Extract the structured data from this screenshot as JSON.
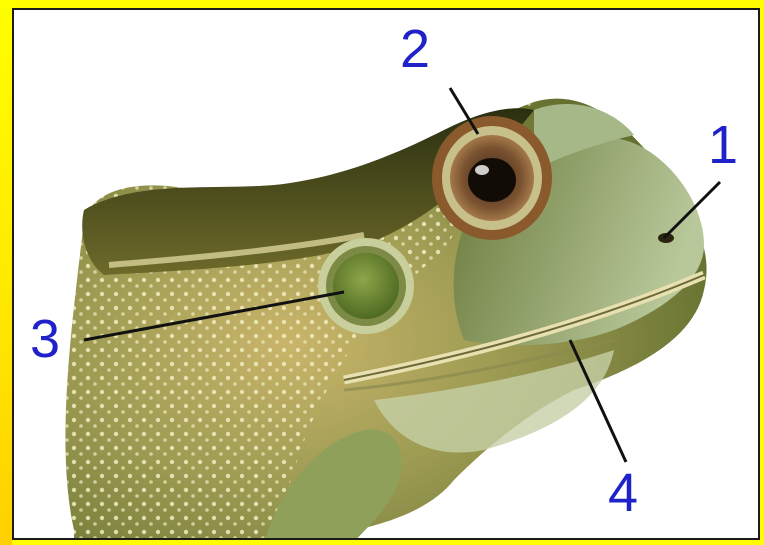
{
  "labels": {
    "nostril": "1",
    "eye": "2",
    "eardrum": "3",
    "mouth": "4"
  },
  "colors": {
    "frame": "#fffd00",
    "label": "#1e22c8",
    "skin_light": "#c7c48a",
    "skin_dark": "#2f3416",
    "eye_ring": "#8a5a2c",
    "eardrum": "#6f8a3a"
  }
}
